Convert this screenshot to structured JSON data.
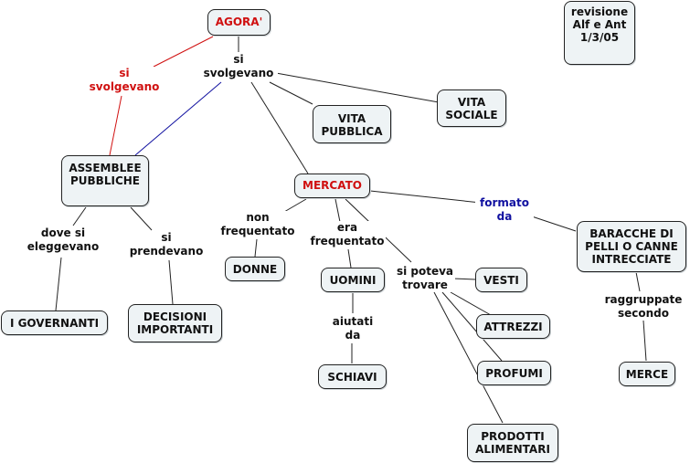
{
  "colors": {
    "node_fill": "#eef3f5",
    "node_border": "#222222",
    "red": "#d01010",
    "blue": "#1010a0",
    "black": "#111111"
  },
  "nodes": {
    "agora": "AGORA'",
    "revisione": "revisione\nAlf e Ant\n 1/3/05",
    "vita_pubblica": "VITA\nPUBBLICA",
    "vita_sociale": "VITA\nSOCIALE",
    "assemblee": "ASSEMBLEE\nPUBBLICHE",
    "mercato": "MERCATO",
    "baracche": "BARACCHE DI\nPELLI O CANNE\nINTRECCIATE",
    "donne": "DONNE",
    "uomini": "UOMINI",
    "vesti": "VESTI",
    "governanti": "I GOVERNANTI",
    "decisioni": "DECISIONI\nIMPORTANTI",
    "attrezzi": "ATTREZZI",
    "schiavi": "SCHIAVI",
    "profumi": "PROFUMI",
    "merce": "MERCE",
    "prodotti": "PRODOTTI\nALIMENTARI"
  },
  "links": {
    "si_svolgevano_red": "si\nsvolgevano",
    "si_svolgevano": "si\nsvolgevano",
    "non_frequentato": "non\nfrequentato",
    "era_frequentato": "era\nfrequentato",
    "formato_da": "formato\nda",
    "dove_si_eleggevano": "dove si\neleggevano",
    "si_prendevano": "si\nprendevano",
    "si_poteva_trovare": "si poteva\ntrovare",
    "aiutati_da": "aiutati\nda",
    "raggruppate_secondo": "raggruppate\nsecondo"
  }
}
